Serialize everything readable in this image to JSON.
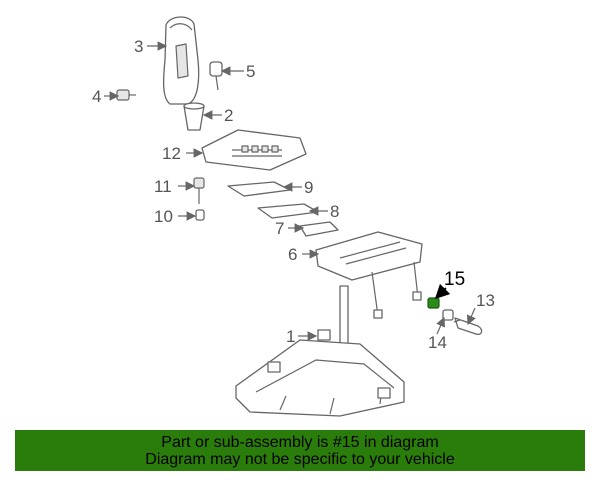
{
  "diagram": {
    "callouts": [
      "1",
      "2",
      "3",
      "4",
      "5",
      "6",
      "7",
      "8",
      "9",
      "10",
      "11",
      "12",
      "13",
      "14",
      "15"
    ],
    "highlighted_part": "15",
    "highlight_color": "#2b8c1a"
  },
  "banner": {
    "line1": "Part or sub-assembly is #15 in diagram",
    "line2": "Diagram may not be specific to your vehicle",
    "background": "#2b7d0b"
  }
}
